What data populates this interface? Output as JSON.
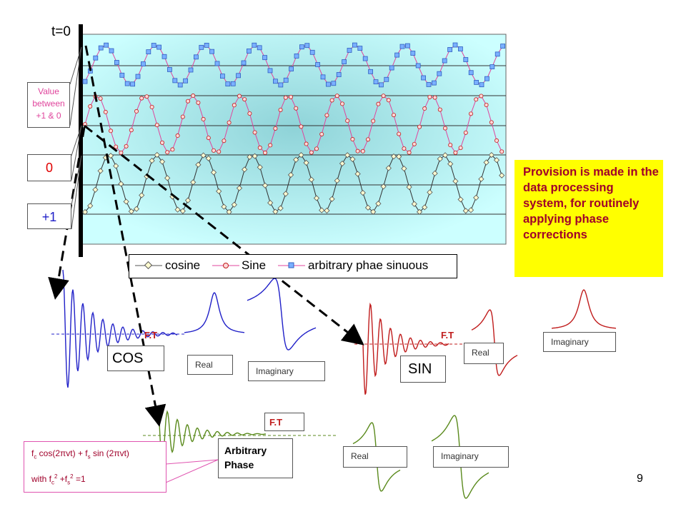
{
  "labels": {
    "t0": "t=0",
    "value_between": "Value between +1 & 0",
    "zero": "0",
    "plus_one": "+1",
    "provision": "Provision is made in the data processing system, for routinely applying phase corrections",
    "page_number": "9"
  },
  "legend": {
    "items": [
      "cosine",
      "Sine",
      "arbitrary phae sinuous"
    ]
  },
  "cos_panel": {
    "label": "COS",
    "ft": "F.T",
    "real": "Real",
    "imaginary": "Imaginary"
  },
  "sin_panel": {
    "label": "SIN",
    "ft": "F.T",
    "real": "Real",
    "imaginary": "Imaginary"
  },
  "arb_panel": {
    "label": "Arbitrary Phase",
    "ft": "F.T",
    "real": "Real",
    "imaginary": "Imaginary"
  },
  "formula": {
    "line1": "fc cos(2πvt) + fs sin (2πvt)",
    "line2": "with fc2 +fs2 =1"
  },
  "colors": {
    "plot_bg": "#ccffff",
    "cos_fid": "#2020c8",
    "sin_fid": "#c01c1c",
    "arb_fid": "#5a8a1c",
    "arbitrary_wave": "#e0449c",
    "provision_bg": "#ffff00",
    "provision_text": "#a0002a"
  }
}
